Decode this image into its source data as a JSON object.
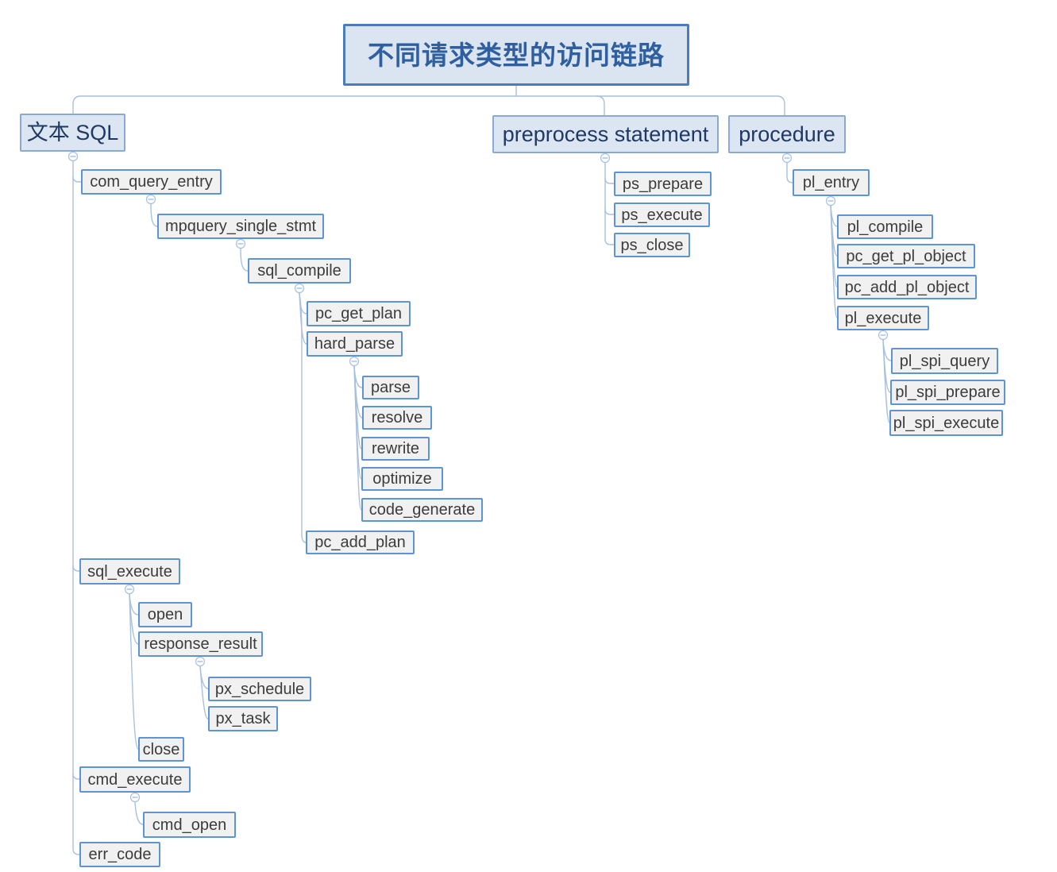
{
  "title": {
    "label": "不同请求类型的访问链路"
  },
  "icons": {
    "collapse_toggle": "minus-circle"
  },
  "colors": {
    "title_border": "#4a7ebb",
    "title_fill": "#dbe5f1",
    "title_text": "#2f5f9e",
    "root_fill": "#dce6f2",
    "root_border": "#8aaad2",
    "root_text": "#1f3864",
    "child_fill": "#f1f1f1",
    "child_border": "#5e94d1",
    "child_text": "#3c3c3c",
    "connector_line": "#a9c0dd"
  },
  "tree": {
    "branches": [
      {
        "label": "文本 SQL",
        "children": [
          {
            "label": "com_query_entry",
            "children": [
              {
                "label": "mpquery_single_stmt",
                "children": [
                  {
                    "label": "sql_compile",
                    "children": [
                      {
                        "label": "pc_get_plan"
                      },
                      {
                        "label": "hard_parse",
                        "children": [
                          {
                            "label": "parse"
                          },
                          {
                            "label": "resolve"
                          },
                          {
                            "label": "rewrite"
                          },
                          {
                            "label": "optimize"
                          },
                          {
                            "label": "code_generate"
                          }
                        ]
                      },
                      {
                        "label": "pc_add_plan"
                      }
                    ]
                  }
                ]
              }
            ]
          },
          {
            "label": "sql_execute",
            "children": [
              {
                "label": "open"
              },
              {
                "label": "response_result",
                "children": [
                  {
                    "label": "px_schedule"
                  },
                  {
                    "label": "px_task"
                  }
                ]
              },
              {
                "label": "close"
              }
            ]
          },
          {
            "label": "cmd_execute",
            "children": [
              {
                "label": "cmd_open"
              }
            ]
          },
          {
            "label": "err_code"
          }
        ]
      },
      {
        "label": "preprocess statement",
        "children": [
          {
            "label": "ps_prepare"
          },
          {
            "label": "ps_execute"
          },
          {
            "label": "ps_close"
          }
        ]
      },
      {
        "label": "procedure",
        "children": [
          {
            "label": "pl_entry",
            "children": [
              {
                "label": "pl_compile"
              },
              {
                "label": "pc_get_pl_object"
              },
              {
                "label": "pc_add_pl_object"
              },
              {
                "label": "pl_execute",
                "children": [
                  {
                    "label": "pl_spi_query"
                  },
                  {
                    "label": "pl_spi_prepare"
                  },
                  {
                    "label": "pl_spi_execute"
                  }
                ]
              }
            ]
          }
        ]
      }
    ]
  }
}
